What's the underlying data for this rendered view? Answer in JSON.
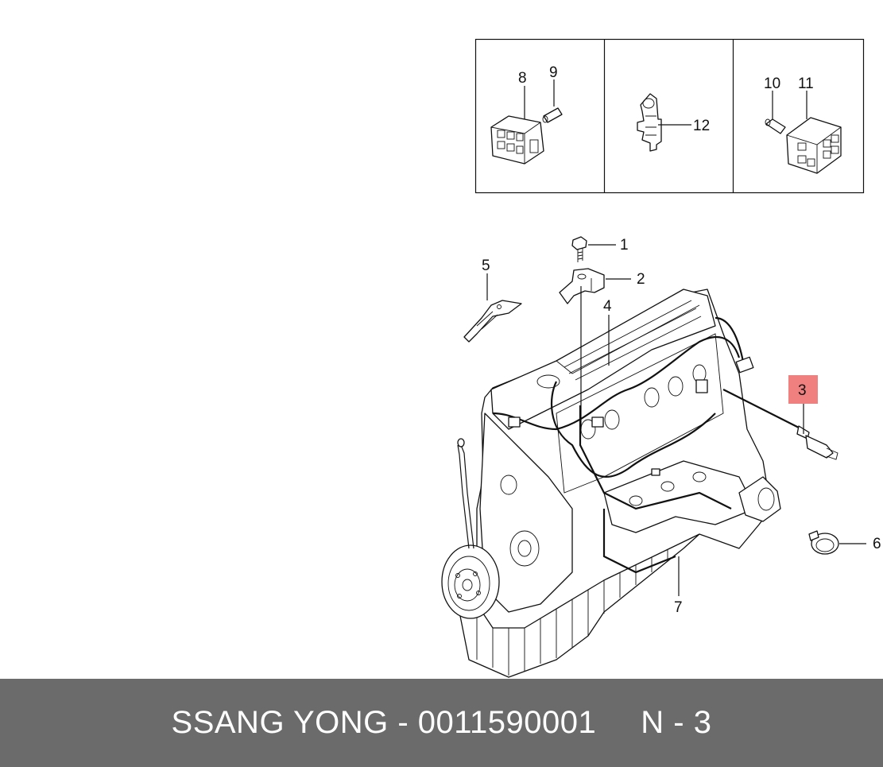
{
  "callouts": {
    "c1": "1",
    "c2": "2",
    "c3": "3",
    "c4": "4",
    "c5": "5",
    "c6": "6",
    "c7": "7",
    "c8": "8",
    "c9": "9",
    "c10": "10",
    "c11": "11",
    "c12": "12"
  },
  "highlight_color": "#f08080",
  "footer": {
    "brand_part": "SSANG YONG - 0011590001",
    "ref": "N - 3"
  }
}
